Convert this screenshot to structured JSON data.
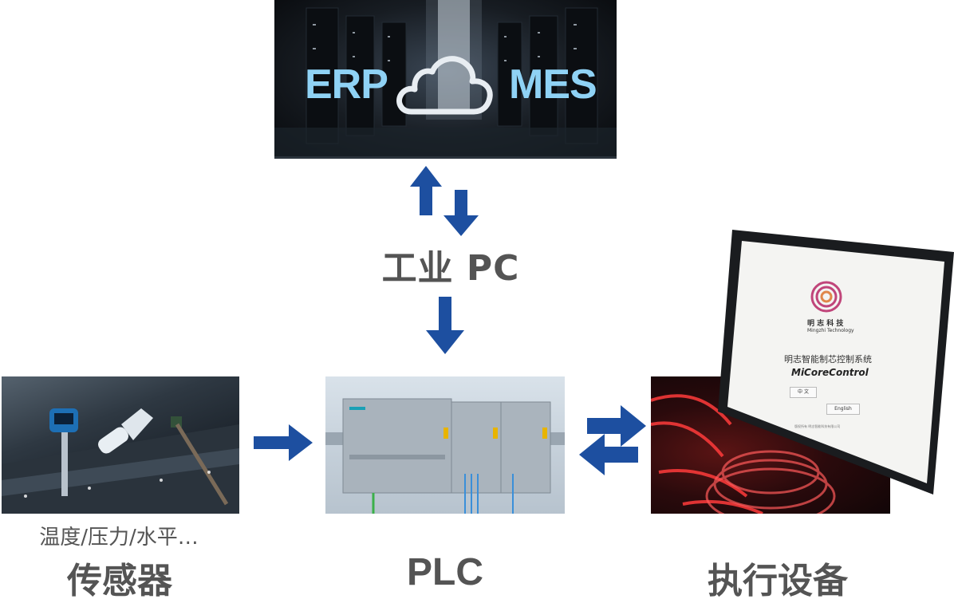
{
  "top_panel": {
    "left_label": "ERP",
    "right_label": "MES"
  },
  "middle": {
    "pc_label": "工业 PC"
  },
  "monitor": {
    "brand_cn": "明 志 科 技",
    "brand_en": "Mingzhi Technology",
    "system_title": "明志智能制芯控制系统",
    "logo_text": "MiCoreControl",
    "button_cn": "中 文",
    "button_en": "English",
    "footer": "版权所有 明志智能科技有限公司"
  },
  "bottom": {
    "sensor_sub": "温度/压力/水平…",
    "sensor_title": "传感器",
    "plc_title": "PLC",
    "actuator_title": "执行设备"
  },
  "colors": {
    "arrow": "#1d4fa0",
    "label_text": "#545454",
    "cloud_text": "#8fd2f5"
  }
}
